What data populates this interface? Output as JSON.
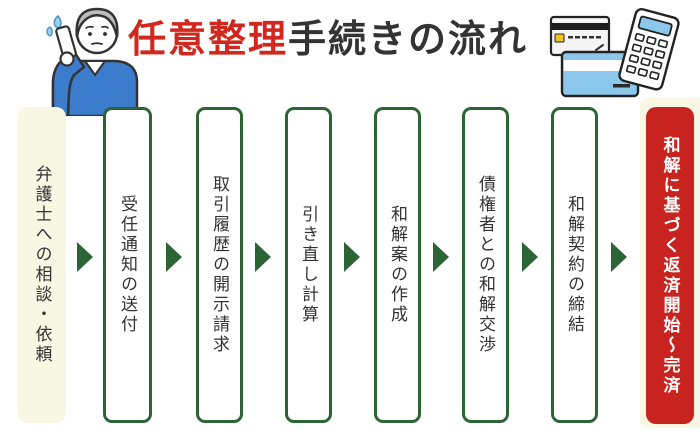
{
  "title": {
    "highlight": "任意整理",
    "rest": "手続きの流れ"
  },
  "flow": {
    "steps": [
      {
        "label": "弁護士への相談・依頼",
        "type": "start"
      },
      {
        "label": "受任通知の送付",
        "type": "process"
      },
      {
        "label": "取引履歴の開示請求",
        "type": "process"
      },
      {
        "label": "引き直し計算",
        "type": "process"
      },
      {
        "label": "和解案の作成",
        "type": "process"
      },
      {
        "label": "債権者との和解交渉",
        "type": "process"
      },
      {
        "label": "和解契約の締結",
        "type": "process"
      },
      {
        "label": "和解に基づく返済開始～完済",
        "type": "end"
      }
    ],
    "arrow_count": 7
  },
  "icons": {
    "person": "worried-man-on-phone-illustration",
    "gray_card": "credit-card-icon",
    "blue_card": "credit-card-icon",
    "calculator": "calculator-icon",
    "arrow": "arrow-right-icon"
  },
  "colors": {
    "title_red": "#d0281e",
    "box_red": "#c9231f",
    "green": "#2c6436",
    "cream": "#f8f7e3",
    "card_blue": "#8cc8ec",
    "sweater_blue": "#3b7dcc",
    "text_dark": "#333333"
  }
}
